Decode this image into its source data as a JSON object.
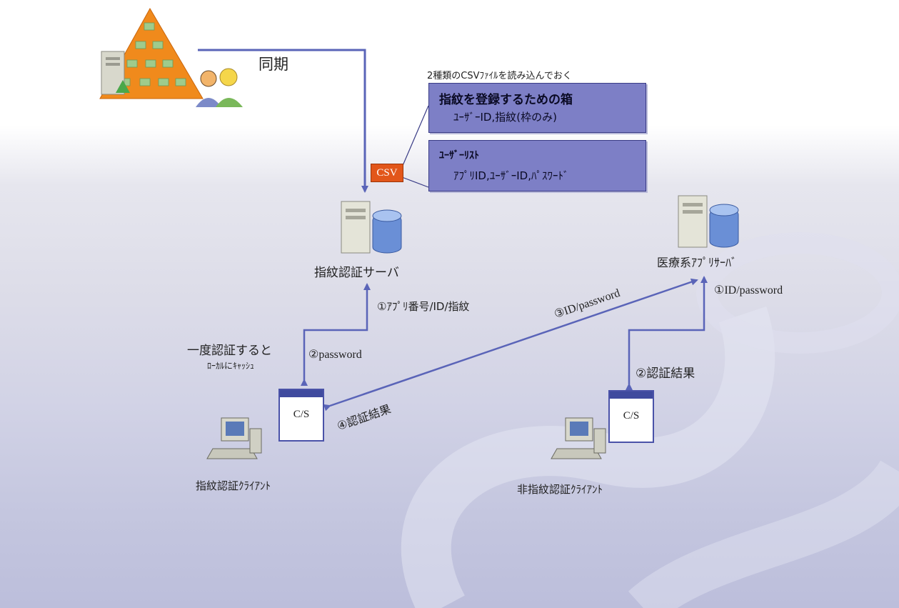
{
  "sync_label": "同期",
  "csv_note": "2種類のCSVﾌｧｲﾙを読み込んでおく",
  "csv_tag": "CSV",
  "box1": {
    "title": "指紋を登録するための箱",
    "line": "ﾕｰｻﾞｰID,指紋(枠のみ)"
  },
  "box2": {
    "title": "ﾕｰｻﾞｰﾘｽﾄ",
    "line": "ｱﾌﾟﾘID,ﾕｰｻﾞｰID,ﾊﾟｽﾜｰﾄﾞ"
  },
  "fp_server_label": "指紋認証サーバ",
  "med_server_label": "医療系ｱﾌﾟﾘｻｰﾊﾞ",
  "arrows": {
    "fp_step1": "①ｱﾌﾟﾘ番号/ID/指紋",
    "fp_step2": "②password",
    "cache_line1": "一度認証すると",
    "cache_line2": "ﾛｰｶﾙにｷｬｯｼｭ",
    "diag_step3": "③ID/password",
    "diag_step4": "④認証結果",
    "med_step1": "①ID/password",
    "med_step2": "②認証結果"
  },
  "cs_label": "C/S",
  "fp_client_label": "指紋認証ｸﾗｲｱﾝﾄ",
  "nonfp_client_label": "非指紋認証ｸﾗｲｱﾝﾄ",
  "colors": {
    "arrow": "#5a64b8",
    "box_fill": "#7d7fc6",
    "csv_tag": "#e2561a",
    "triangle": "#f08a1c"
  }
}
